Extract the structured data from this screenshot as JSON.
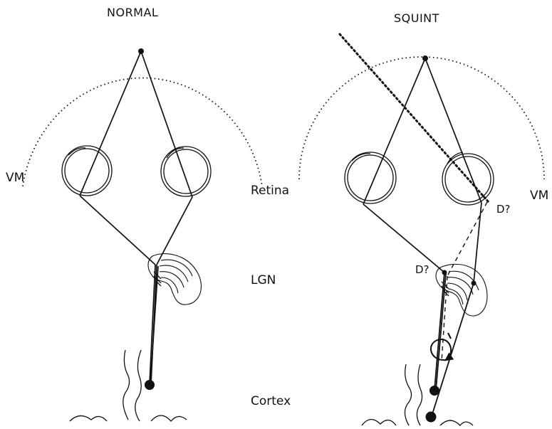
{
  "panels": {
    "normal": {
      "title": "NORMAL",
      "vm_label": "VM"
    },
    "squint": {
      "title": "SQUINT",
      "vm_label": "VM",
      "d_label_retina": "D?",
      "d_label_lgn": "D?"
    }
  },
  "levels": {
    "retina": "Retina",
    "lgn": "LGN",
    "cortex": "Cortex"
  }
}
